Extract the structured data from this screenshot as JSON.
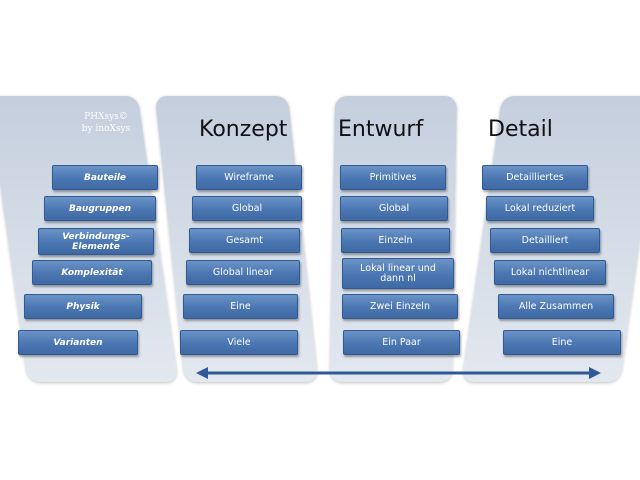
{
  "brand": {
    "line1": "PHXsys©",
    "line2": "by inoXsys"
  },
  "columns": [
    {
      "heading": "Konzept"
    },
    {
      "heading": "Entwurf"
    },
    {
      "heading": "Detail"
    }
  ],
  "rows": [
    {
      "label": "Bauteile",
      "konzept": "Wireframe",
      "entwurf": "Primitives",
      "detail": "Detailliertes"
    },
    {
      "label": "Baugruppen",
      "konzept": "Global",
      "entwurf": "Global",
      "detail": "Lokal reduziert"
    },
    {
      "label": "Verbindungs-Elemente",
      "konzept": "Gesamt",
      "entwurf": "Einzeln",
      "detail": "Detailliert"
    },
    {
      "label": "Komplexität",
      "konzept": "Global linear",
      "entwurf": "Lokal linear und dann nl",
      "detail": "Lokal nichtlinear"
    },
    {
      "label": "Physik",
      "konzept": "Eine",
      "entwurf": "Zwei Einzeln",
      "detail": "Alle Zusammen"
    },
    {
      "label": "Varianten",
      "konzept": "Viele",
      "entwurf": "Ein Paar",
      "detail": "Eine"
    }
  ],
  "colors": {
    "box": "#4a76b2",
    "panel": "#d3dbe6",
    "arrow": "#2f5a95"
  }
}
